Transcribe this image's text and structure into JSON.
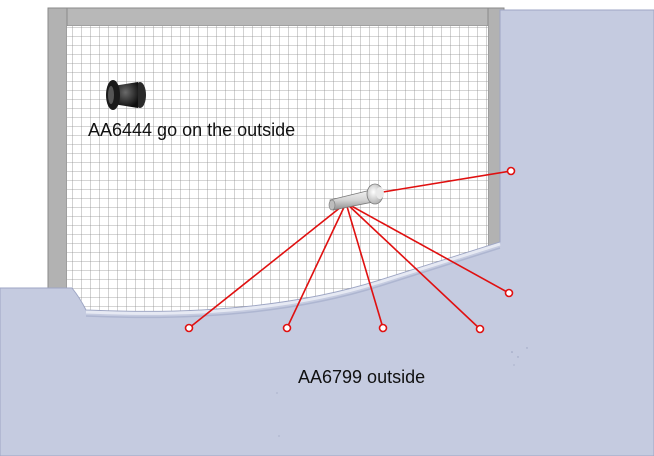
{
  "labels": {
    "grommet_note": "AA6444 go on the outside",
    "bolt_note": "AA6799 outside"
  },
  "icons": {
    "grommet": "grommet-icon",
    "bolt": "bolt-icon"
  },
  "colors": {
    "background": "#ffffff",
    "wall": "#c5cbe0",
    "frame": "#a9a9a9",
    "grid": "#8f8f8f",
    "callout": "#e01010"
  },
  "callout_count": 6
}
